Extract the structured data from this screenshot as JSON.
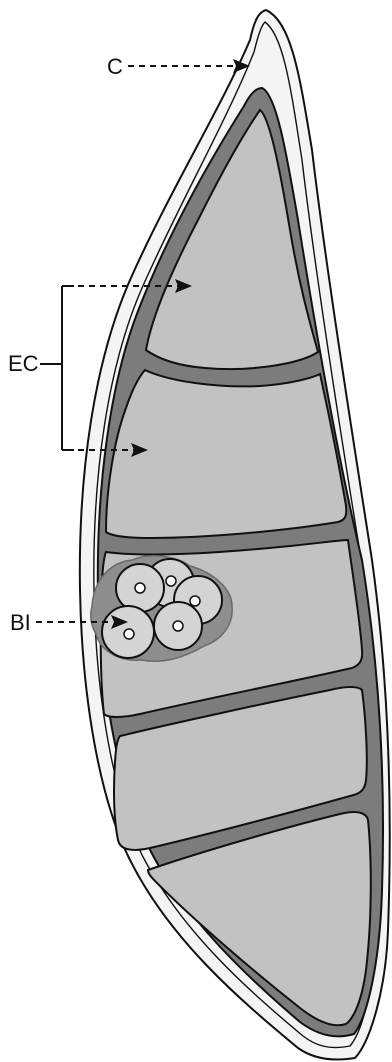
{
  "labels": {
    "c": "C",
    "ec": "EC",
    "bi": "BI"
  },
  "colors": {
    "background": "#ffffff",
    "outer_sheath_fill": "#f4f4f4",
    "outline": "#111111",
    "cell_wall": "#7c7c7c",
    "cell_interior": "#c2c2c2",
    "inclusion_halo": "#8e8e8e",
    "inclusion_fill": "#d4d4d4",
    "arrow": "#111111"
  }
}
